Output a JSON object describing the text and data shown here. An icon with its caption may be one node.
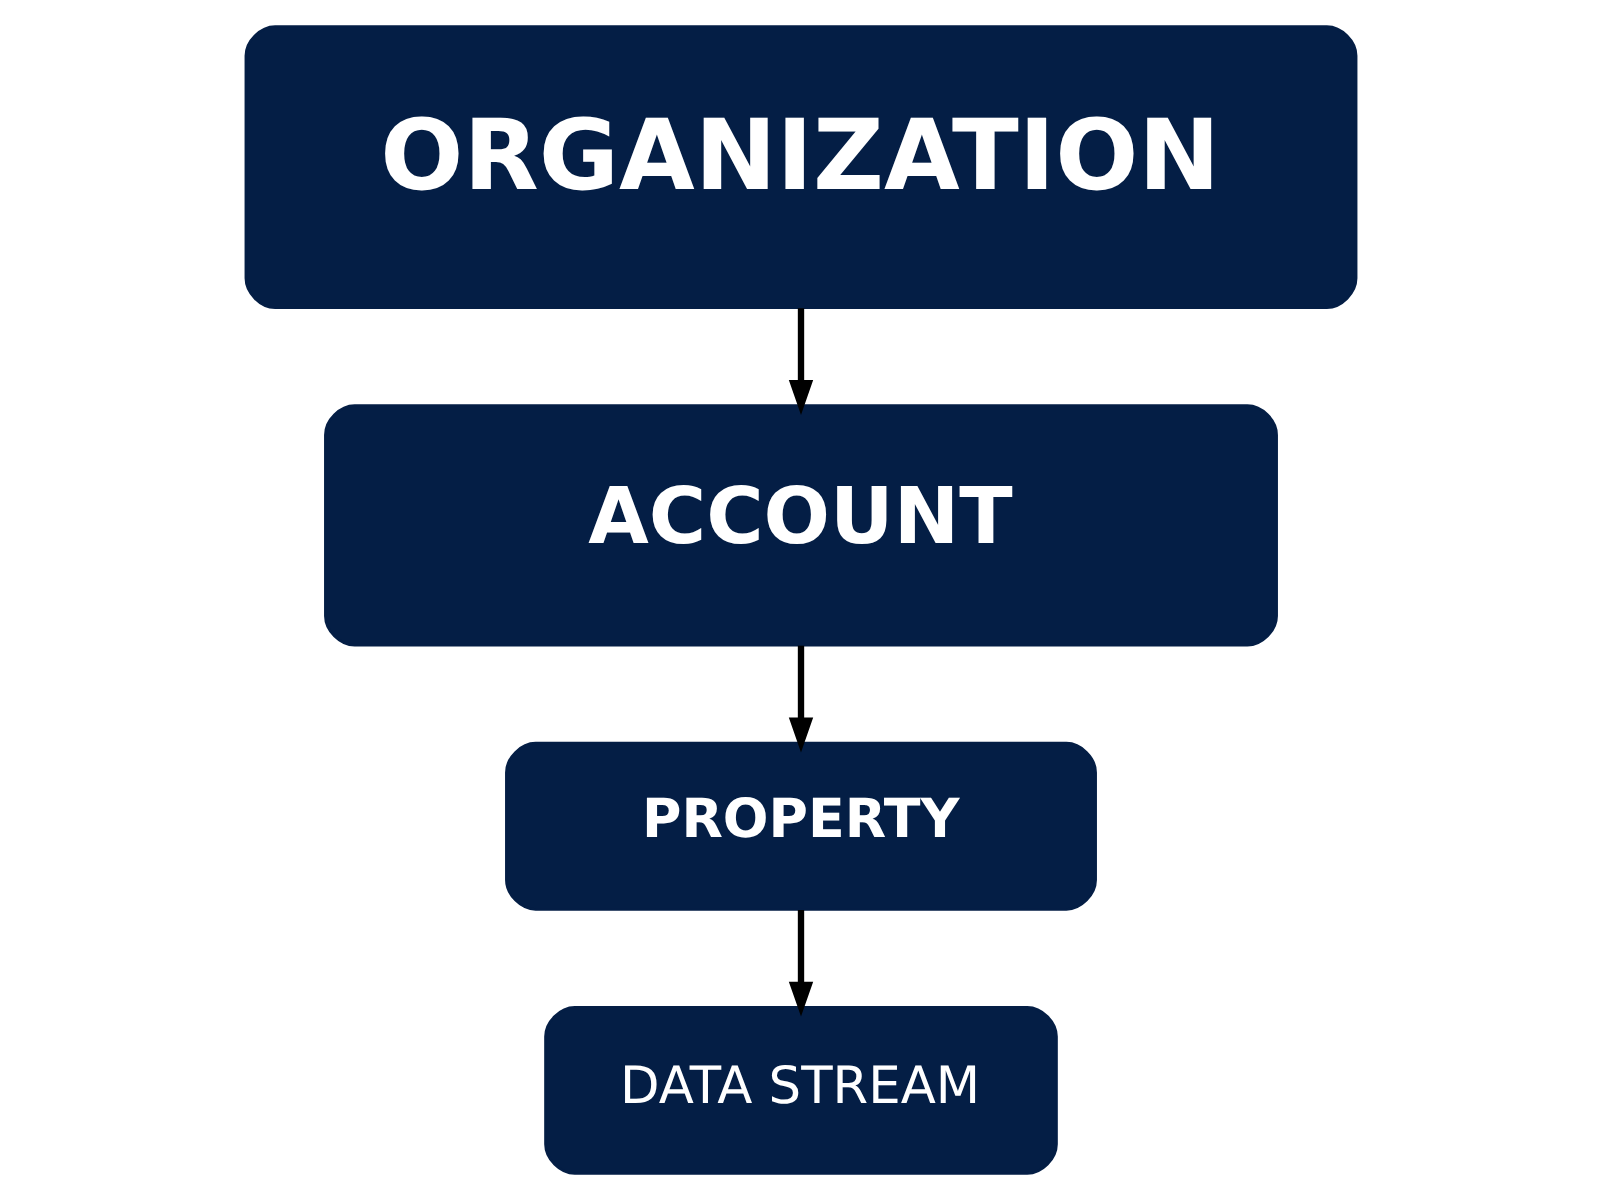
{
  "diagram": {
    "nodes": [
      {
        "text": [
          "ORGANIZATION"
        ]
      },
      {
        "text": [
          "ACCOUNT"
        ]
      },
      {
        "text": [
          "PROPERTY"
        ]
      },
      {
        "text": [
          "DATA STREAM"
        ]
      }
    ],
    "edges": [
      {
        "from": 0,
        "to": 1,
        "arrow": "to"
      },
      {
        "from": 1,
        "to": 2,
        "arrow": "to"
      },
      {
        "from": 2,
        "to": 3,
        "arrow": "to"
      }
    ]
  }
}
